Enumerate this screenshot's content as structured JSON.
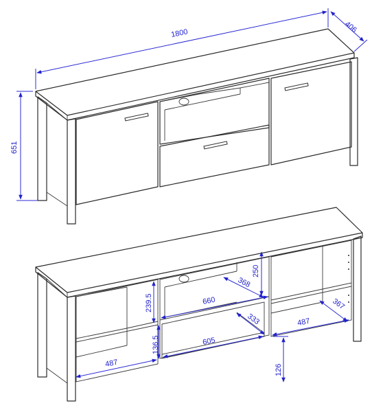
{
  "colors": {
    "dimension": "#2222cc",
    "outline": "#2a2a2a",
    "background": "#ffffff"
  },
  "top_view": {
    "dims": {
      "width": "1800",
      "depth": "406",
      "height": "651"
    }
  },
  "bottom_view": {
    "dims": {
      "niche_height": "250",
      "niche_depth": "368",
      "compartment_height": "239.5",
      "center_width": "660",
      "drawer_depth": "333",
      "right_depth": "367",
      "right_width": "487",
      "drawer_height": "136.5",
      "drawer_width": "605",
      "left_width": "487",
      "plinth_height": "126"
    }
  }
}
